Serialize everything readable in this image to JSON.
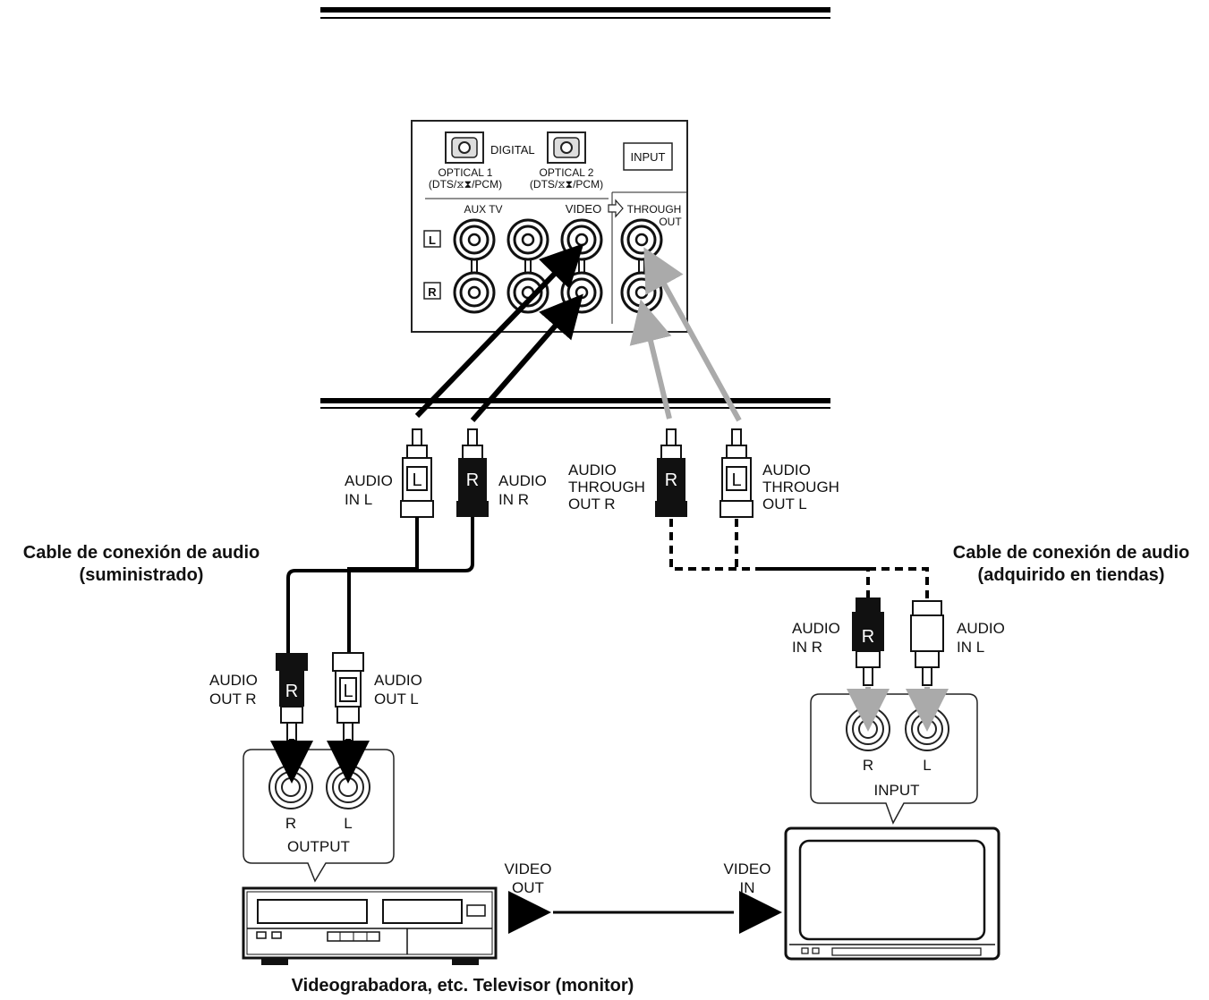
{
  "panel": {
    "digital": "DIGITAL",
    "optical1": "OPTICAL 1",
    "optical1_sub": "(DTS/⧖⧗/PCM)",
    "optical2": "OPTICAL 2",
    "optical2_sub": "(DTS/⧖⧗/PCM)",
    "input_box": "INPUT",
    "aux_tv": "AUX TV",
    "video": "VIDEO",
    "through": "THROUGH",
    "out": "OUT",
    "l": "L",
    "r": "R"
  },
  "plugs": {
    "audio_in_l": [
      "AUDIO",
      "IN L"
    ],
    "audio_in_r": [
      "AUDIO",
      "IN R"
    ],
    "audio_through_out_r": [
      "AUDIO",
      "THROUGH",
      "OUT R"
    ],
    "audio_through_out_l": [
      "AUDIO",
      "THROUGH",
      "OUT L"
    ],
    "letter_l": "L",
    "letter_r": "R"
  },
  "cables": {
    "supplied": [
      "Cable de conexión de audio",
      "(suministrado)"
    ],
    "purchased": [
      "Cable de conexión de audio",
      "(adquirido en tiendas)"
    ]
  },
  "vcr_side": {
    "audio_out_r": [
      "AUDIO",
      "OUT R"
    ],
    "audio_out_l": [
      "AUDIO",
      "OUT L"
    ],
    "r": "R",
    "l": "L",
    "output": "OUTPUT",
    "video_out": [
      "VIDEO",
      "OUT"
    ]
  },
  "tv_side": {
    "audio_in_r": [
      "AUDIO",
      "IN R"
    ],
    "audio_in_l": [
      "AUDIO",
      "IN L"
    ],
    "r": "R",
    "l": "L",
    "input": "INPUT",
    "video_in": [
      "VIDEO",
      "IN"
    ]
  },
  "caption": "Videograbadora, etc. Televisor (monitor)"
}
